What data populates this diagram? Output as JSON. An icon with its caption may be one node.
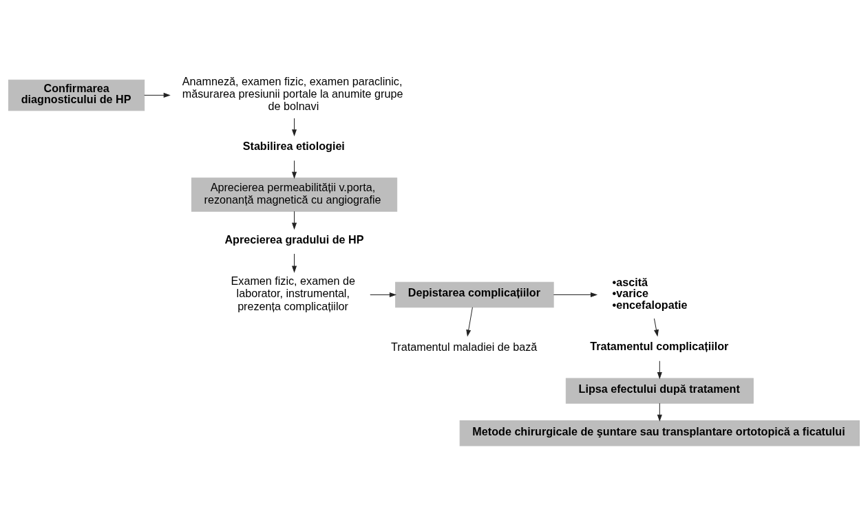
{
  "diagram": {
    "nodes": [
      {
        "text": [
          "Confirmarea diagnosticului de HP"
        ]
      },
      {
        "text": [
          "Anamneză, examen fizic, examen paraclinic, măsurarea presiunii portale la anumite grupe de bolnavi"
        ]
      },
      {
        "text": [
          "Stabilirea etiologiei"
        ]
      },
      {
        "text": [
          "Aprecierea permeabilității v.porta, rezonanță magnetică cu angiografie"
        ]
      },
      {
        "text": [
          "Aprecierea gradului de HP"
        ]
      },
      {
        "text": [
          "Examen fizic, examen de laborator, instrumental, prezența complicațiilor"
        ]
      },
      {
        "text": [
          "Depistarea complicațiilor"
        ]
      },
      {
        "text": [
          "•ascită",
          "•varice",
          "•encefalopatie"
        ]
      },
      {
        "text": [
          "Tratamentul maladiei de bază"
        ]
      },
      {
        "text": [
          "Tratamentul complicațiilor"
        ]
      },
      {
        "text": [
          "Lipsa efectului după tratament"
        ]
      },
      {
        "text": [
          "Metode chirurgicale de şuntare sau transplantare ortotopică a ficatului"
        ]
      }
    ],
    "edges": [
      {
        "from": 0,
        "to": 1,
        "arrow": "to"
      },
      {
        "from": 1,
        "to": 2,
        "arrow": "to"
      },
      {
        "from": 2,
        "to": 3,
        "arrow": "to"
      },
      {
        "from": 3,
        "to": 4,
        "arrow": "to"
      },
      {
        "from": 4,
        "to": 5,
        "arrow": "to"
      },
      {
        "from": 5,
        "to": 6,
        "arrow": "to"
      },
      {
        "from": 6,
        "to": 7,
        "arrow": "to"
      },
      {
        "from": 6,
        "to": 8,
        "arrow": "to"
      },
      {
        "from": 7,
        "to": 9,
        "arrow": "to"
      },
      {
        "from": 9,
        "to": 10,
        "arrow": "to"
      },
      {
        "from": 10,
        "to": 11,
        "arrow": "to"
      }
    ]
  }
}
